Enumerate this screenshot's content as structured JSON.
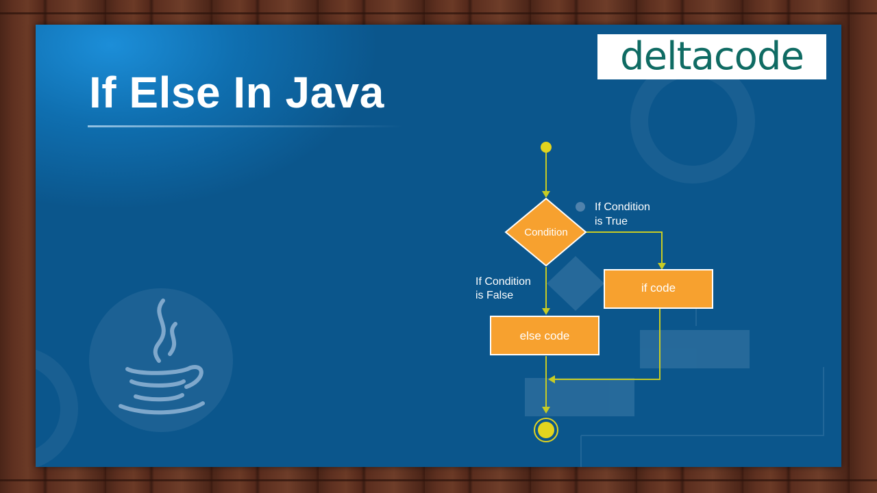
{
  "slide": {
    "title": "If Else In Java"
  },
  "logo": {
    "text": "deltacode",
    "color": "#0f6b63"
  },
  "flowchart": {
    "decision_label": "Condition",
    "true_label_line1": "If Condition",
    "true_label_line2": "is True",
    "false_label_line1": "If Condition",
    "false_label_line2": "is False",
    "if_box_label": "if code",
    "else_box_label": "else code",
    "box_color": "#f7a12f",
    "connector_color": "#c8cc24"
  },
  "icons": {
    "java": "java-coffee-cup-icon"
  }
}
